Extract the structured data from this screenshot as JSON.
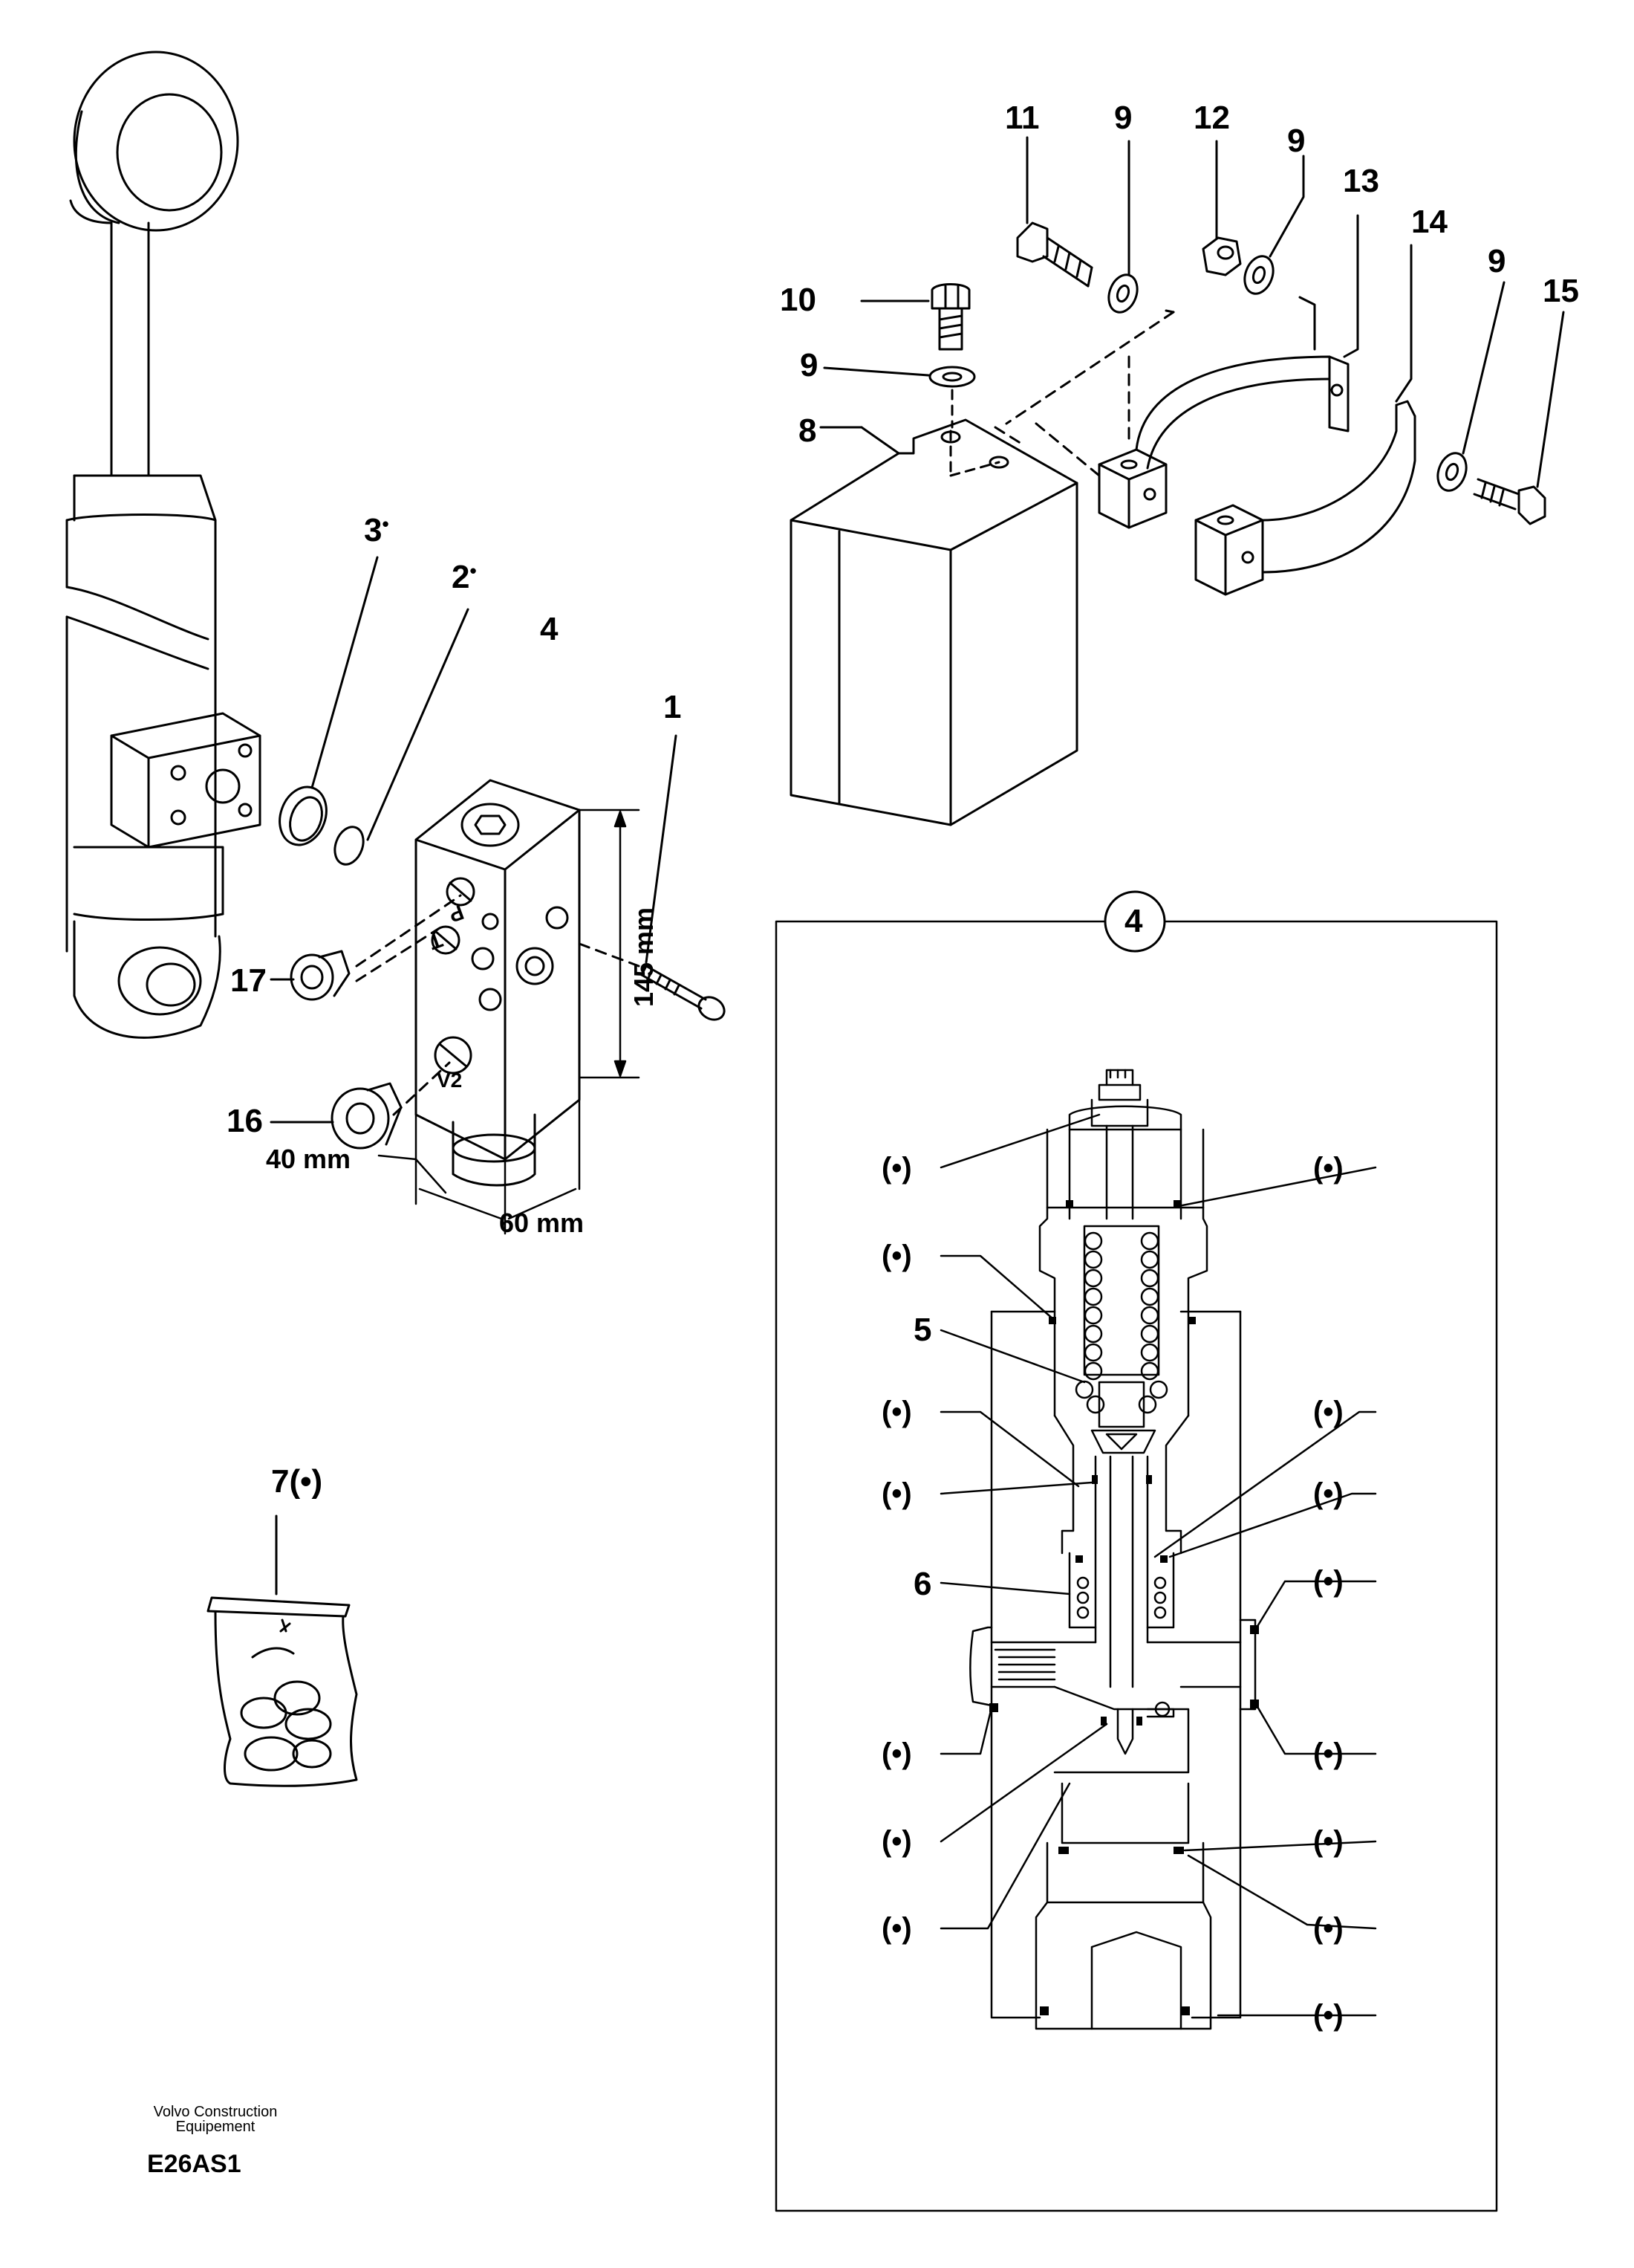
{
  "callouts": {
    "c1": "1",
    "c2": "2",
    "c3": "3",
    "c4": "4",
    "c5": "5",
    "c6": "6",
    "c7": "7",
    "c7suffix": "(•)",
    "c8": "8",
    "c9a": "9",
    "c9b": "9",
    "c9c": "9",
    "c9d": "9",
    "c10": "10",
    "c11": "11",
    "c12": "12",
    "c13": "13",
    "c14": "14",
    "c15": "15",
    "c16": "16",
    "c17": "17",
    "superscript_dot": "•"
  },
  "dimensions": {
    "height": "145 mm",
    "width40": "40 mm",
    "width60": "60 mm"
  },
  "ports": {
    "p": "P",
    "t": "T",
    "v2": "V2"
  },
  "detail": {
    "circle_label": "4",
    "seal_mark": "(•)"
  },
  "caption": {
    "company": "Volvo Construction Equipement",
    "code": "E26AS1"
  }
}
